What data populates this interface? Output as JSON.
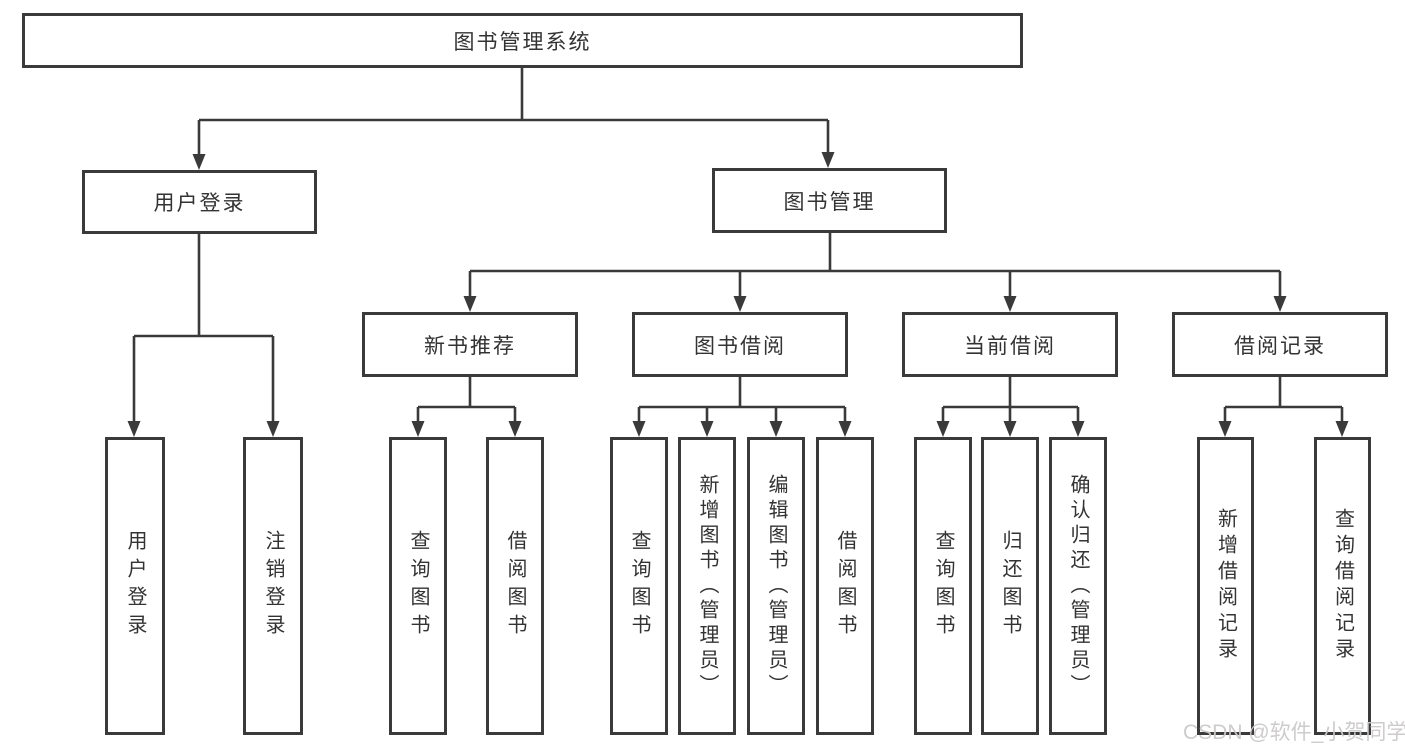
{
  "tree": {
    "root": {
      "label": "图书管理系统",
      "children": [
        {
          "label": "用户登录",
          "children": [
            {
              "label": "用户登录"
            },
            {
              "label": "注销登录"
            }
          ]
        },
        {
          "label": "图书管理",
          "children": [
            {
              "label": "新书推荐",
              "children": [
                {
                  "label": "查询图书"
                },
                {
                  "label": "借阅图书"
                }
              ]
            },
            {
              "label": "图书借阅",
              "children": [
                {
                  "label": "查询图书"
                },
                {
                  "label": "新增图书（管理员）"
                },
                {
                  "label": "编辑图书（管理员）"
                },
                {
                  "label": "借阅图书"
                }
              ]
            },
            {
              "label": "当前借阅",
              "children": [
                {
                  "label": "查询图书"
                },
                {
                  "label": "归还图书"
                },
                {
                  "label": "确认归还（管理员）"
                }
              ]
            },
            {
              "label": "借阅记录",
              "children": [
                {
                  "label": "新增借阅记录"
                },
                {
                  "label": "查询借阅记录"
                }
              ]
            }
          ]
        }
      ]
    }
  },
  "watermark": {
    "text": "CSDN @软件_小贺同学"
  },
  "colors": {
    "line": "#3a3a3a",
    "text": "#333333",
    "background": "#ffffff",
    "watermark_text": "#cbc8c8"
  }
}
